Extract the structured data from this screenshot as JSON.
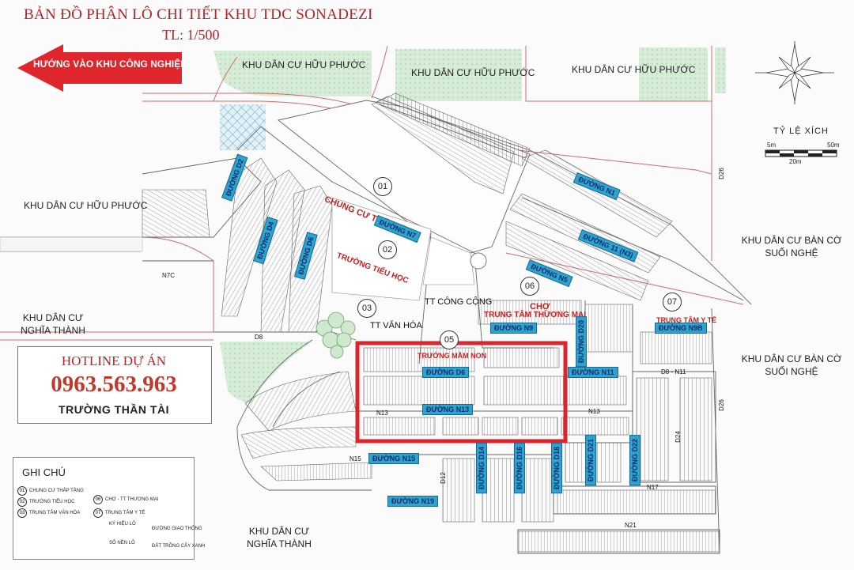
{
  "map": {
    "title": "BẢN ĐỒ PHÂN LÔ CHI TIẾT KHU TDC SONADEZI",
    "scale": "TL: 1/500",
    "direction_arrow": "HƯỚNG VÀO KHU CÔNG NGHIỆP",
    "zones": {
      "huu_phuoc_top_left": "KHU DÂN CƯ HỮU PHƯỚC",
      "huu_phuoc_top_mid": "KHU DÂN CƯ HỮU PHƯỚC",
      "huu_phuoc_top_right": "KHU DÂN CƯ HỮU PHƯỚC",
      "huu_phuoc_left": "KHU DÂN CƯ HỮU PHƯỚC",
      "nghia_thanh_left": "KHU DÂN CƯ\nNGHĨA THÀNH",
      "nghia_thanh_bottom": "KHU DÂN CƯ\nNGHĨA THÀNH",
      "ban_co_upper": "KHU DÂN CƯ BÀN CỜ\nSUỐI NGHỆ",
      "ban_co_lower": "KHU DÂN CƯ BÀN CỜ\nSUỐI NGHỆ"
    },
    "facilities": {
      "f01": "01",
      "f02": "02",
      "f03": "03",
      "f05": "05",
      "f06": "06",
      "f07": "07",
      "chung_cu": "CHUNG CƯ THẤP TẦNG",
      "truong_tieu_hoc": "TRƯỜNG TIỂU HỌC",
      "tt_cong_cong": "TT CÔNG CỘNG",
      "tt_van_hoa": "TT VĂN HÓA",
      "truong_mam_non": "TRƯỜNG MẦM NON",
      "cho": "CHỢ",
      "trung_tam_thuong_mai": "TRUNG TÂM THƯƠNG MẠI",
      "trung_tam_y_te": "TRUNG TÂM Y TẾ"
    },
    "roads": {
      "d2": "ĐƯỜNG D2",
      "d4": "ĐƯỜNG D4",
      "d6_vertical": "ĐƯỜNG D6",
      "n7": "ĐƯỜNG N7",
      "n1": "ĐƯỜNG N1",
      "n11": "ĐƯỜNG 11 (N3)",
      "n5": "ĐƯỜNG N5",
      "n9": "ĐƯỜNG N9",
      "n9b": "ĐƯỜNG N9B",
      "d20": "ĐƯỜNG D20",
      "d6": "ĐƯỜNG D6",
      "n13": "ĐƯỜNG N13",
      "n11b": "ĐƯỜNG N11",
      "n15": "ĐƯỜNG N15",
      "n19": "ĐƯỜNG N19",
      "d14": "ĐƯỜNG D14",
      "d16": "ĐƯỜNG D16",
      "d18": "ĐƯỜNG D18",
      "d21": "ĐƯỜNG D21",
      "d22": "ĐƯỜNG D22"
    },
    "small_labels": {
      "n7c": "N7C",
      "d8": "D8",
      "n13": "N13",
      "n15": "N15",
      "n17": "N17",
      "n21": "N21",
      "d26": "D26",
      "d26b": "D26",
      "d8_n11": "D8 - N11",
      "n13b": "N13",
      "d24": "D24",
      "d12": "D12"
    },
    "hotline": {
      "heading": "HOTLINE DỰ ÁN",
      "phone": "0963.563.963",
      "name": "TRƯỜNG THẦN TÀI"
    },
    "legend": {
      "title": "GHI CHÚ",
      "items": [
        {
          "code": "01",
          "label": "CHUNG CƯ THẤP TẦNG"
        },
        {
          "code": "02",
          "label": "TRƯỜNG TIỂU HỌC"
        },
        {
          "code": "03",
          "label": "TRUNG TÂM VĂN HÓA"
        },
        {
          "code": "06",
          "label": "CHỢ - TT THƯƠNG MẠI"
        },
        {
          "code": "07",
          "label": "TRUNG TÂM Y TẾ"
        }
      ],
      "ky_hieu_lo": "KÝ HIỆU LÔ",
      "so_nen_lo": "SỐ NỀN LÔ",
      "duong_giao_thong": "ĐƯỜNG GIAO THÔNG",
      "dat_trong_cay_xanh": "ĐẤT TRỒNG CÂY XANH"
    },
    "scale_bar": {
      "title": "TỶ LỆ XÍCH",
      "left": "5m",
      "right": "50m",
      "bottom": "20m"
    },
    "colors": {
      "title_red": "#b8222a",
      "road_blue": "#2fa3cf",
      "highlight_red": "#d9262c",
      "green_area": "#cfe8cf"
    }
  }
}
